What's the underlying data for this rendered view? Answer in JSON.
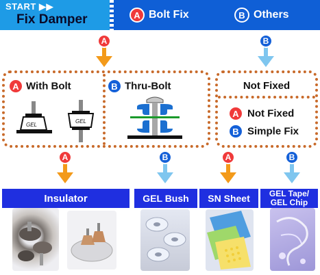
{
  "header": {
    "start": "START ▶▶",
    "title": "Fix Damper",
    "option_a": "Bolt Fix",
    "option_b": "Others",
    "badge_a": "A",
    "badge_b": "B"
  },
  "left_group": {
    "with_bolt": {
      "badge": "A",
      "label": "With Bolt",
      "gel_label": "GEL"
    },
    "thru_bolt": {
      "badge": "B",
      "label": "Thru-Bolt"
    }
  },
  "right_group": {
    "title": "Not Fixed",
    "items": [
      {
        "badge": "A",
        "label": "Not Fixed"
      },
      {
        "badge": "B",
        "label": "Simple Fix"
      }
    ]
  },
  "products": [
    {
      "badge": "A",
      "label": "Insulator"
    },
    {
      "badge": "B",
      "label": "GEL Bush"
    },
    {
      "badge": "A",
      "label": "SN Sheet"
    },
    {
      "badge": "B",
      "label_line1": "GEL Tape/",
      "label_line2": "GEL Chip"
    }
  ],
  "colors": {
    "header_light": "#1e9be6",
    "header_dark": "#0f5fd6",
    "arrow_orange": "#f39a1a",
    "arrow_blue": "#7fc6ef",
    "dotted_border": "#c86a2a",
    "product_header": "#1f2fe0",
    "badge_red": "#f03a3a",
    "badge_blue": "#1460d8"
  }
}
